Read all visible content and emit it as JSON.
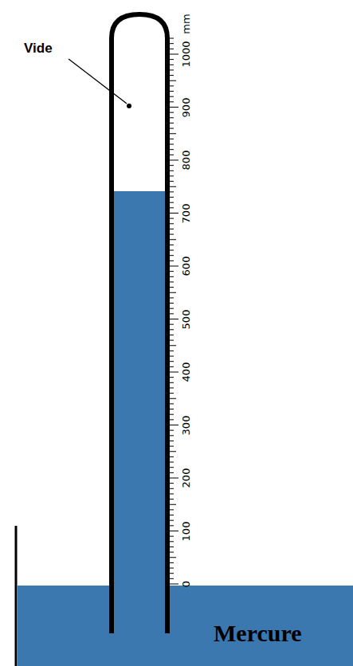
{
  "diagram": {
    "labels": [
      "Vide",
      "mm",
      "1000",
      "900",
      "800",
      "700",
      "600",
      "500",
      "400",
      "300",
      "200",
      "100",
      "0",
      "Mercure"
    ]
  }
}
